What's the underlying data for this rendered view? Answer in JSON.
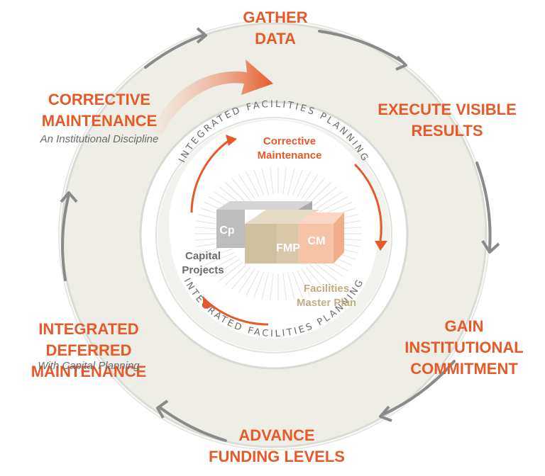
{
  "outer_steps": {
    "gather": [
      "GATHER",
      "DATA"
    ],
    "execute": [
      "EXECUTE VISIBLE",
      "RESULTS"
    ],
    "gain": [
      "GAIN INSTITUTIONAL",
      "COMMITMENT"
    ],
    "advance": [
      "ADVANCE",
      "FUNDING LEVELS"
    ],
    "integrated": [
      "INTEGRATED DEFERRED",
      "MAINTENANCE"
    ],
    "corrective": [
      "CORRECTIVE",
      "MAINTENANCE"
    ]
  },
  "subtitles": {
    "corrective": "An Institutional Discipline",
    "integrated": "With Capital Planning"
  },
  "ring_text": {
    "top": "INTEGRATED FACILITIES PLANNING",
    "bottom": "INTEGRATED FACILITIES PLANNING"
  },
  "inner_labels": {
    "corrective": [
      "Corrective",
      "Maintenance"
    ],
    "capital": [
      "Capital",
      "Projects"
    ],
    "fmp": [
      "Facilities",
      "Master Plan"
    ]
  },
  "blocks": {
    "cp": "Cp",
    "fmp": "FMP",
    "cm": "CM"
  },
  "colors": {
    "accent": "#e65a2a",
    "gray_text": "#6b6b6b",
    "ring_fill": "#eeeee6",
    "tan": "#d8c8a8",
    "peach": "#f6c3a6",
    "gray_block": "#c7c7c7"
  }
}
